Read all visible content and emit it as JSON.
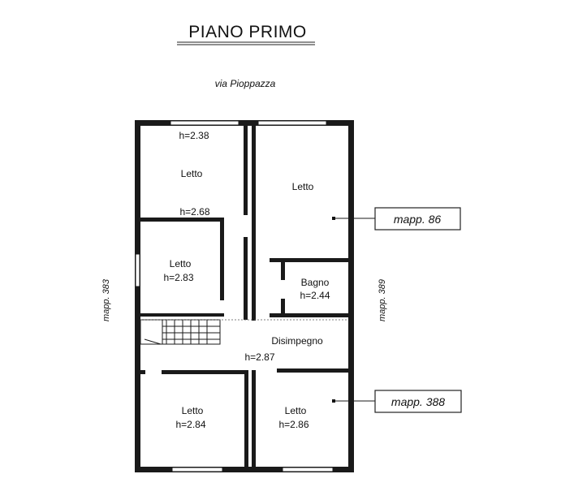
{
  "title": "PIANO PRIMO",
  "street": "via Pioppazza",
  "rooms": {
    "letto_top_left": {
      "name": "Letto",
      "height_top": "h=2.38",
      "height_bottom": "h=2.68"
    },
    "letto_mid_left": {
      "name": "Letto",
      "height": "h=2.83"
    },
    "letto_top_right": {
      "name": "Letto"
    },
    "bagno": {
      "name": "Bagno",
      "height": "h=2.44"
    },
    "disimpegno": {
      "name": "Disimpegno",
      "height": "h=2.87"
    },
    "letto_bottom_left": {
      "name": "Letto",
      "height": "h=2.84"
    },
    "letto_bottom_right": {
      "name": "Letto",
      "height": "h=2.86"
    }
  },
  "neighbors": {
    "mapp_86": "mapp. 86",
    "mapp_388": "mapp. 388",
    "mapp_383": "mapp. 383",
    "mapp_389": "mapp. 389"
  }
}
